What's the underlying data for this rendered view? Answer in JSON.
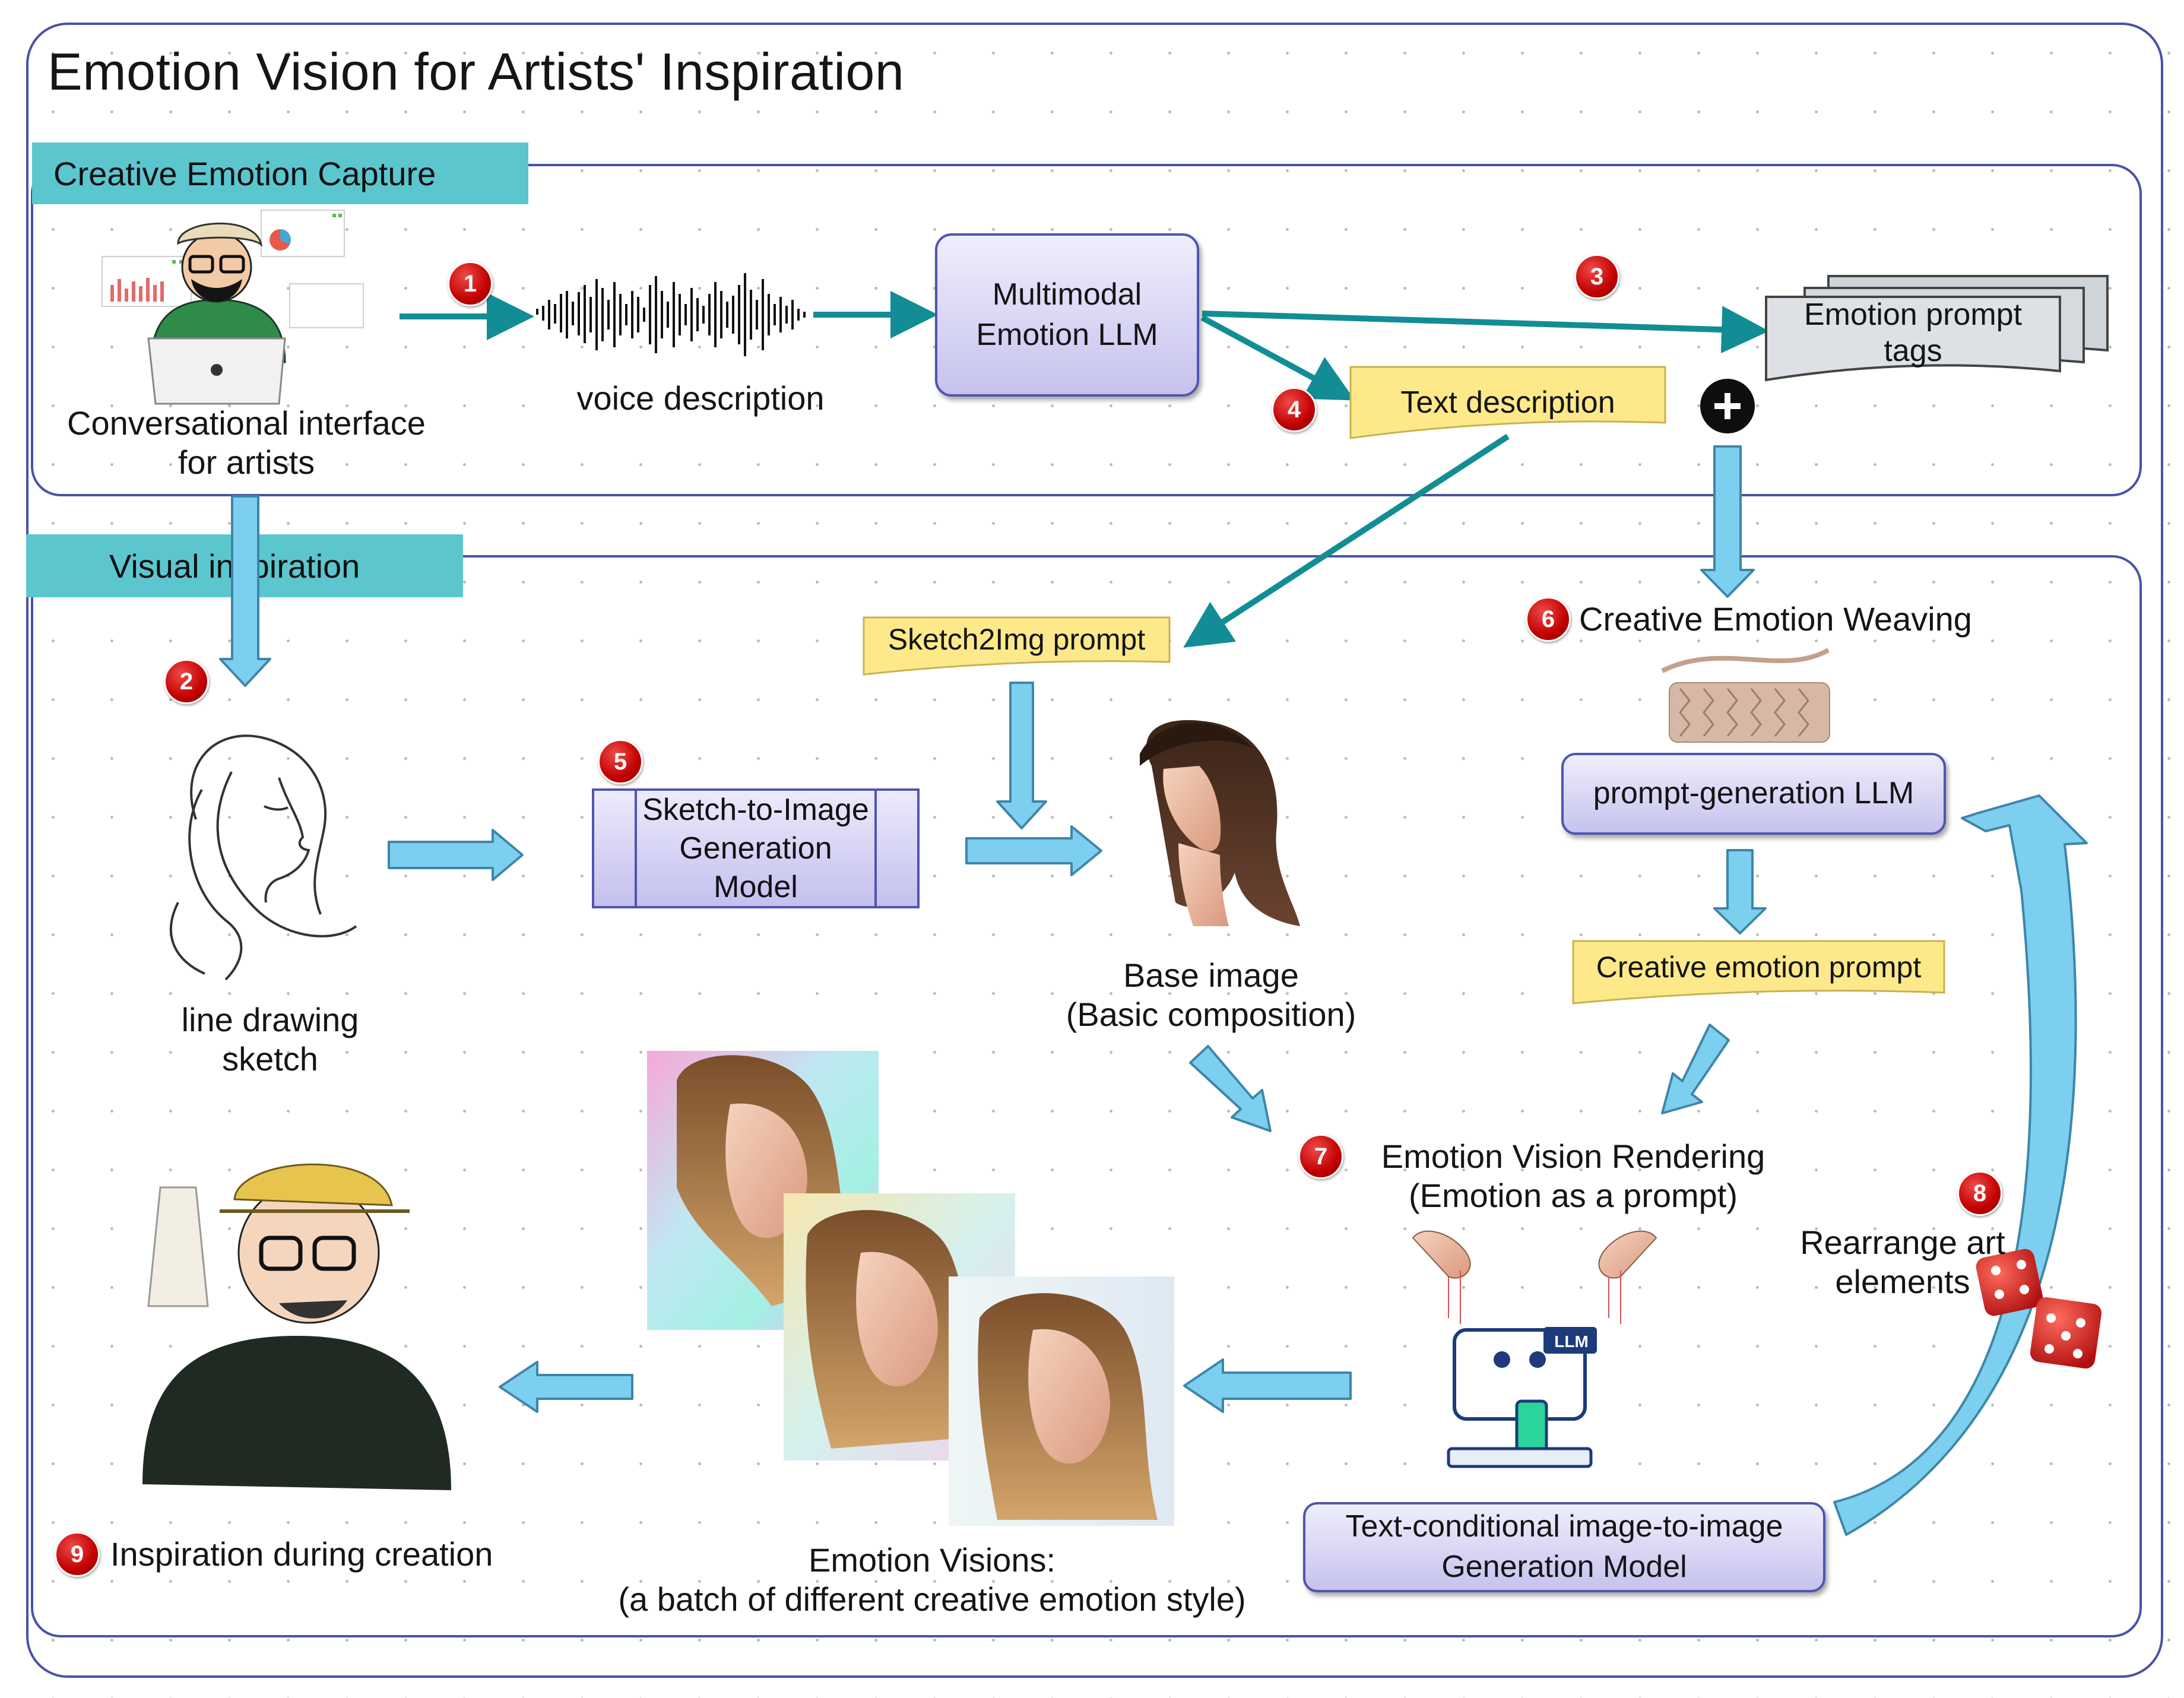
{
  "title": "Emotion Vision for Artists' Inspiration",
  "sections": {
    "capture": "Creative Emotion Capture",
    "visual": "Visual inspiration"
  },
  "nodes": {
    "artist_interface": "Conversational interface\nfor artists",
    "voice": "voice description",
    "multimodal_llm": "Multimodal\nEmotion LLM",
    "emotion_tags": "Emotion prompt\ntags",
    "text_description": "Text description",
    "sketch2img_prompt": "Sketch2Img prompt",
    "line_drawing": "line drawing\nsketch",
    "sketch_model": "Sketch-to-Image\nGeneration\nModel",
    "base_image": "Base image\n(Basic composition)",
    "weaving": "Creative Emotion Weaving",
    "prompt_llm": "prompt-generation LLM",
    "creative_prompt": "Creative emotion prompt",
    "rendering": "Emotion Vision Rendering\n(Emotion as a prompt)",
    "rearrange": "Rearrange art\nelements",
    "t2i_model": "Text-conditional image-to-image\nGeneration  Model",
    "visions": "Emotion Visions:\n(a batch of different creative emotion style)",
    "inspiration": "Inspiration during creation"
  },
  "steps": [
    "1",
    "2",
    "3",
    "4",
    "5",
    "6",
    "7",
    "8",
    "9"
  ],
  "icons": {
    "plus": "+",
    "llm_badge": "LLM"
  },
  "colors": {
    "frame": "#4a51a8",
    "teal_tab": "#5cc6cf",
    "teal_arrow": "#128d95",
    "blue_arrow": "#7ccfee",
    "step_red": "#c20000",
    "yellow": "#fde98a",
    "purple": "#c6c2ee"
  }
}
